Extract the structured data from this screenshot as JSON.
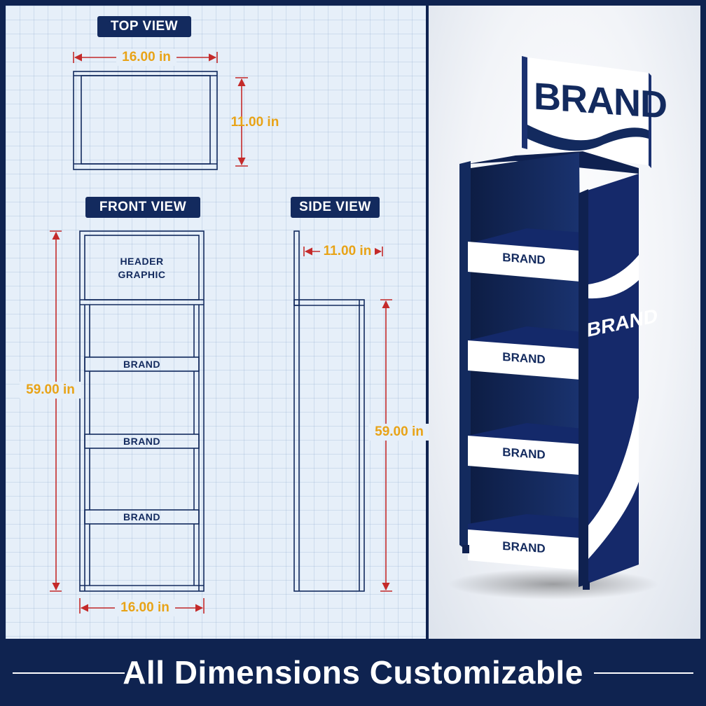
{
  "views": {
    "top": {
      "title": "TOP VIEW",
      "width_label": "16.00 in",
      "depth_label": "11.00 in"
    },
    "front": {
      "title": "FRONT VIEW",
      "header_label": "HEADER\nGRAPHIC",
      "shelf_labels": [
        "BRAND",
        "BRAND",
        "BRAND"
      ],
      "height_label": "59.00 in",
      "width_label": "16.00 in"
    },
    "side": {
      "title": "SIDE VIEW",
      "depth_label": "11.00 in",
      "height_label": "59.00 in"
    }
  },
  "product": {
    "header_brand": "BRAND",
    "side_brand": "BRAND",
    "shelf_brands": [
      "BRAND",
      "BRAND",
      "BRAND",
      "BRAND"
    ]
  },
  "footer": {
    "title": "All Dimensions Customizable"
  },
  "colors": {
    "navy": "#132a5e",
    "dimension_text": "#e8a317",
    "dimension_line": "#c42a2a",
    "blueprint_bg": "#e6eff9"
  }
}
